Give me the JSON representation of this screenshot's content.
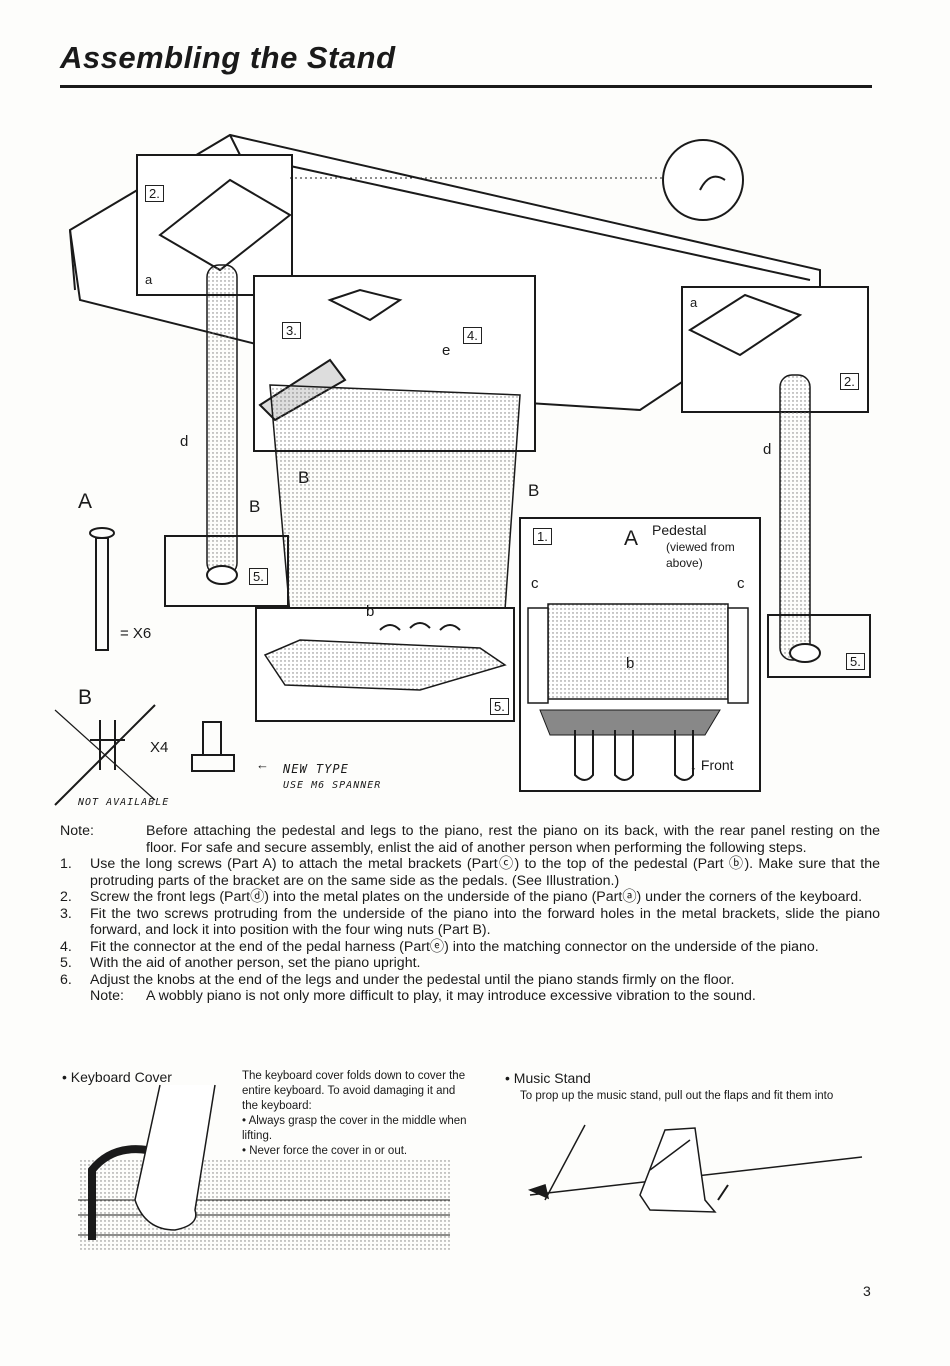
{
  "page": {
    "title": "Assembling the Stand",
    "page_number": "3"
  },
  "diagram": {
    "label_A": "A",
    "label_B": "B",
    "qty_A": "= X6",
    "qty_B": "X4",
    "handwritten_new_type": "NEW TYPE",
    "handwritten_spanner": "USE M6 SPANNER",
    "handwritten_not_available": "NOT AVAILABLE",
    "step_2_left": "2.",
    "step_2_right": "2.",
    "step_3": "3.",
    "step_4": "4.",
    "step_5_a": "5.",
    "step_5_b": "5.",
    "step_5_c": "5.",
    "step_1": "1.",
    "part_a_left": "a",
    "part_a_right": "a",
    "part_d_left": "d",
    "part_d_right": "d",
    "part_e": "e",
    "part_b_pedal": "b",
    "part_b_pedestal": "b",
    "part_c_left": "c",
    "part_c_right": "c",
    "b_mark_1": "B",
    "b_mark_2": "B",
    "b_mark_3": "B",
    "pedestal_letter": "A",
    "pedestal_title": "Pedestal",
    "pedestal_sub1": "(viewed from",
    "pedestal_sub2": "above)",
    "front_label": "Front"
  },
  "instructions": {
    "note_label": "Note:",
    "note_text": "Before attaching the pedestal and legs to the piano, rest the piano on its back, with the rear panel resting on the floor. For safe and secure assembly, enlist the aid of another person when performing the following steps.",
    "steps": [
      {
        "num": "1.",
        "text": "Use the long screws (Part A) to attach the metal brackets (Partⓒ) to the top of the pedestal (Part ⓑ). Make sure that the protruding parts of the bracket are on the same side as the pedals.  (See Illustration.)"
      },
      {
        "num": "2.",
        "text": "Screw the front legs (Partⓓ) into the metal plates on the underside of the piano (Partⓐ) under the corners of the keyboard."
      },
      {
        "num": "3.",
        "text": "Fit the two screws protruding from the underside of the piano into the forward holes in the metal brackets, slide the piano forward, and lock it into position with the four wing nuts (Part B)."
      },
      {
        "num": "4.",
        "text": "Fit the connector at the end of the pedal harness (Partⓔ) into the matching connector on the underside of the piano."
      },
      {
        "num": "5.",
        "text": "With the aid of another person, set the piano upright."
      },
      {
        "num": "6.",
        "text": "Adjust the knobs at the end of the legs and under the pedestal until the piano stands firmly on the floor."
      }
    ],
    "note2_label": "Note:",
    "note2_text": "A wobbly piano is not only more difficult to play, it may introduce excessive vibration to the sound."
  },
  "keyboard_cover": {
    "title": "•  Keyboard Cover",
    "text": "The keyboard cover folds down to cover the entire keyboard. To avoid damaging it and the keyboard:",
    "bullets": [
      "• Always grasp the cover in the middle when lifting.",
      "• Never force the cover in or out."
    ]
  },
  "music_stand": {
    "title": "•  Music Stand",
    "text": "To prop up the music stand, pull out the flaps and fit them into"
  }
}
